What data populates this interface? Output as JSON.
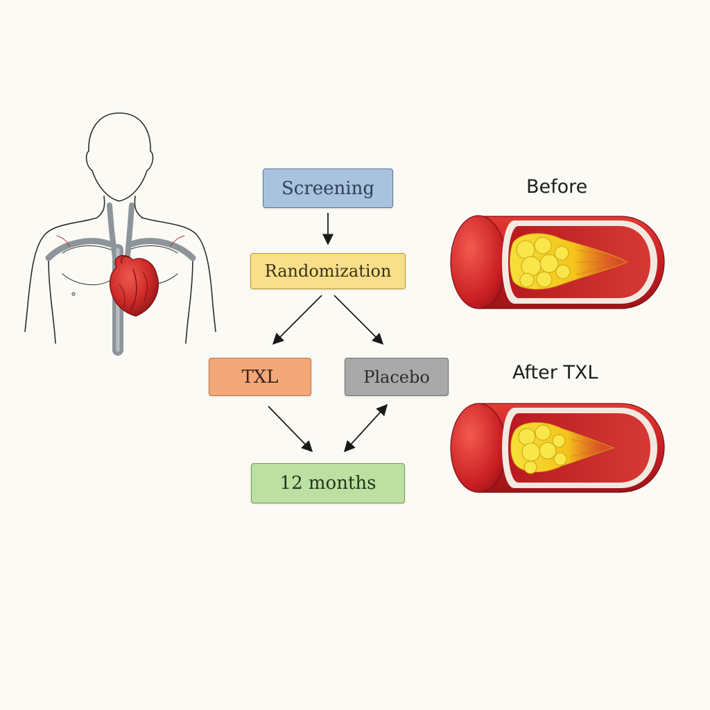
{
  "flowchart": {
    "screening": "Screening",
    "randomization": "Randomization",
    "txl": "TXL",
    "placebo": "Placebo",
    "duration": "12 months"
  },
  "artery_panels": {
    "before_label": "Before",
    "after_label": "After TXL"
  },
  "colors": {
    "background": "#fcfaf5",
    "screening_box": "#a9c2de",
    "randomization_box": "#f8df8a",
    "txl_box": "#f3a87a",
    "placebo_box": "#a9a9a9",
    "months_box": "#bde0a2",
    "artery_wall": "#c81f24",
    "plaque": "#f2d22a"
  },
  "icons": [
    "human-torso-icon",
    "heart-icon",
    "artery-cross-section-icon",
    "plaque-icon",
    "arrow-icon"
  ]
}
